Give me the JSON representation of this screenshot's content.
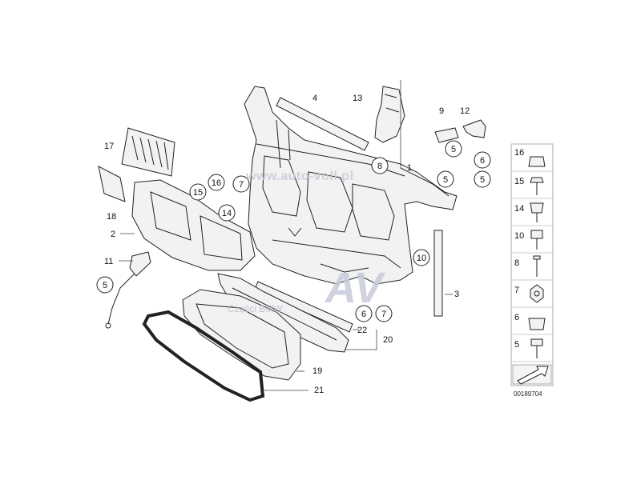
{
  "labels": {
    "l1": "1",
    "l2": "2",
    "l3": "3",
    "l4": "4",
    "l9": "9",
    "l11": "11",
    "l12": "12",
    "l13": "13",
    "l17": "17",
    "l18": "18",
    "l19": "19",
    "l20": "20",
    "l21": "21",
    "l22": "22"
  },
  "circles": {
    "c5a": "5",
    "c5b": "5",
    "c5c": "5",
    "c5d": "5",
    "c6a": "6",
    "c6b": "6",
    "c7a": "7",
    "c7b": "7",
    "c8": "8",
    "c10": "10",
    "c14": "14",
    "c15": "15",
    "c16": "16"
  },
  "side_panel": {
    "items": [
      {
        "num": "16"
      },
      {
        "num": "15"
      },
      {
        "num": "14"
      },
      {
        "num": "10"
      },
      {
        "num": "8"
      },
      {
        "num": "7"
      },
      {
        "num": "6"
      },
      {
        "num": "5"
      }
    ]
  },
  "watermark": {
    "url": "www.auto-voll.pl",
    "brand": "Części BMW",
    "logo": "AV"
  },
  "diagram_code": "00189704"
}
